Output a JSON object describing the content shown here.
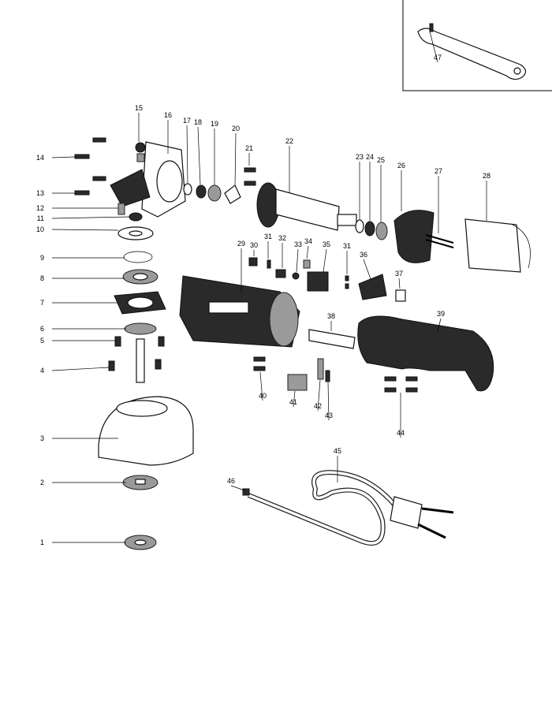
{
  "labels": [
    "1",
    "2",
    "3",
    "4",
    "5",
    "6",
    "7",
    "8",
    "9",
    "10",
    "11",
    "12",
    "13",
    "14",
    "15",
    "16",
    "17",
    "18",
    "19",
    "20",
    "21",
    "22",
    "23",
    "24",
    "25",
    "26",
    "27",
    "28",
    "29",
    "30",
    "31",
    "32",
    "33",
    "34",
    "35",
    "31",
    "36",
    "37",
    "38",
    "39",
    "40",
    "41",
    "42",
    "43",
    "44",
    "45",
    "46",
    "47"
  ]
}
